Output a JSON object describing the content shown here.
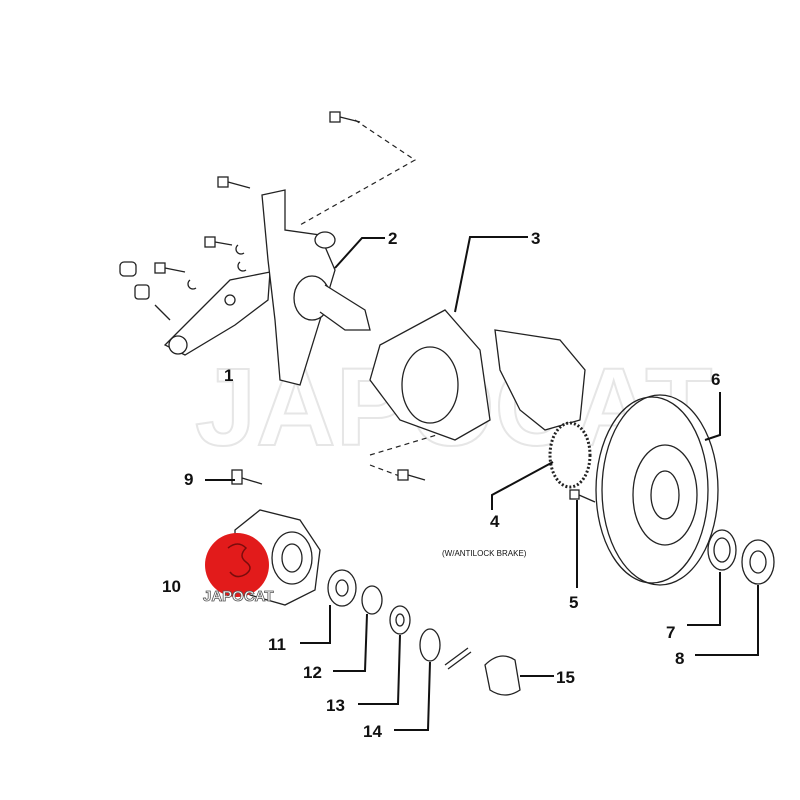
{
  "watermark": "JAPOCAT",
  "logo": {
    "text": "JAPOCAT",
    "color": "#e21b1b"
  },
  "callouts": [
    {
      "id": "1",
      "label": "1"
    },
    {
      "id": "2",
      "label": "2"
    },
    {
      "id": "3",
      "label": "3"
    },
    {
      "id": "4",
      "label": "4",
      "note": "(W/ANTILOCK BRAKE)"
    },
    {
      "id": "5",
      "label": "5"
    },
    {
      "id": "6",
      "label": "6"
    },
    {
      "id": "7",
      "label": "7"
    },
    {
      "id": "8",
      "label": "8"
    },
    {
      "id": "9",
      "label": "9"
    },
    {
      "id": "10",
      "label": "10"
    },
    {
      "id": "11",
      "label": "11"
    },
    {
      "id": "12",
      "label": "12"
    },
    {
      "id": "13",
      "label": "13"
    },
    {
      "id": "14",
      "label": "14"
    },
    {
      "id": "15",
      "label": "15"
    }
  ]
}
